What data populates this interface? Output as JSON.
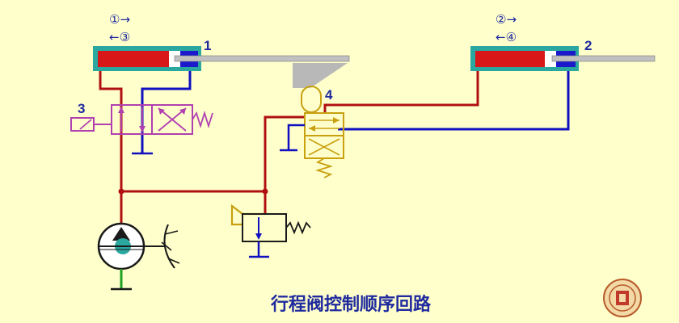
{
  "caption": "行程阀控制顺序回路",
  "cylinder1": {
    "label": "1",
    "seq_top": "①→",
    "seq_bottom": "←③"
  },
  "cylinder2": {
    "label": "2",
    "seq_top": "②→",
    "seq_bottom": "←④"
  },
  "valve3": {
    "label": "3"
  },
  "valve4": {
    "label": "4"
  },
  "colors": {
    "background": "#ffffcc",
    "pressure_line": "#b01010",
    "return_line": "#1010c0",
    "suction_line": "#20a020",
    "cylinder_frame": "#2aa8a0",
    "piston_red": "#d81818",
    "piston_blue": "#1a1acc",
    "solenoid_valve": "#b040b0",
    "roller_valve": "#c8a010",
    "text": "#1f2a9e"
  }
}
